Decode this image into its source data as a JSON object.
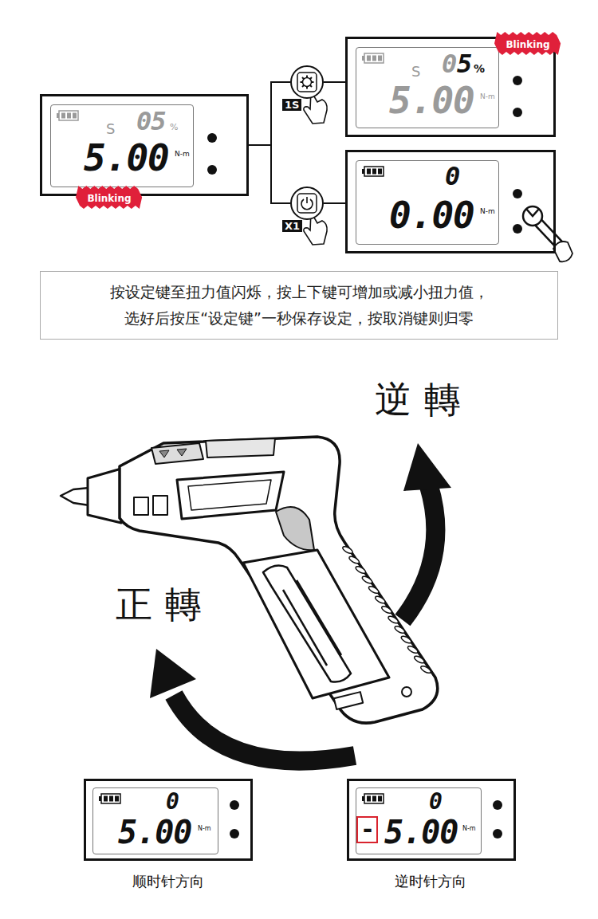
{
  "diagram": {
    "nodes": [
      {
        "text": [
          "S",
          "05",
          "%",
          "5.00",
          "N-m"
        ]
      },
      {
        "text": [
          "Blinking"
        ]
      },
      {
        "text": [
          "1S"
        ]
      },
      {
        "text": [
          "X1"
        ]
      },
      {
        "text": [
          "S",
          "0",
          "5",
          "%",
          "5.00",
          "N-m"
        ]
      },
      {
        "text": [
          "Blinking"
        ]
      },
      {
        "text": [
          "0",
          "0.00",
          "N-m"
        ]
      },
      {
        "text": [
          "按设定键至扭力值闪烁，按上下键可增加或减小扭力值， 选好后按压“设定键”一秒保存设定，按取消键则归零"
        ]
      },
      {
        "text": [
          "0",
          "5.00",
          "N-m"
        ]
      },
      {
        "text": [
          "0",
          "-",
          "5.00",
          "N-m"
        ]
      }
    ],
    "edges": [
      {
        "from": 0,
        "to": 2,
        "arrow": "none"
      },
      {
        "from": 2,
        "to": 4,
        "arrow": "none"
      },
      {
        "from": 0,
        "to": 3,
        "arrow": "none"
      },
      {
        "from": 3,
        "to": 6,
        "arrow": "none"
      }
    ],
    "labels": [
      "逆轉",
      "正轉",
      "顺时针方向",
      "逆时针方向"
    ]
  }
}
